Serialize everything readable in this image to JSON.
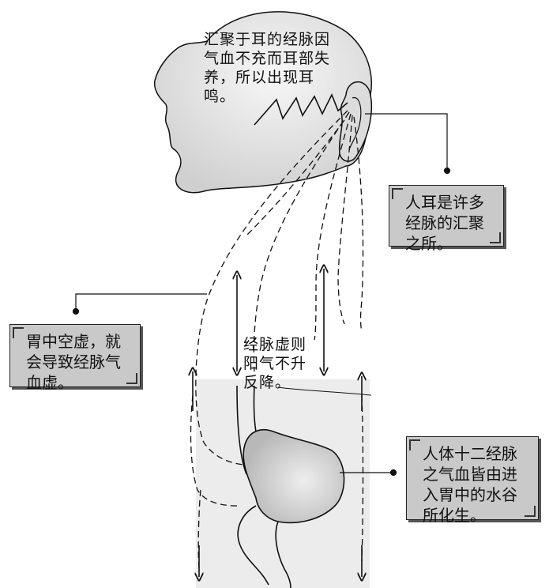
{
  "head_text": "汇聚于耳的经脉因气血不充而耳部失养，所以出现耳鸣。",
  "center_text": "经脉虚则阳气不升反降。",
  "callouts": {
    "ear": "人耳是许多经脉的汇聚之所。",
    "stomach_empty": "胃中空虚，就会导致经脉气血虚。",
    "stomach_origin": "人体十二经脉之气血皆由进入胃中的水谷所化生。"
  },
  "colors": {
    "ink": "#111111",
    "head_fill": "#e4e4e4",
    "body_band": "#ececec",
    "note_bg": "#c9c9c9",
    "stomach_fill": "#d4d4d4"
  }
}
